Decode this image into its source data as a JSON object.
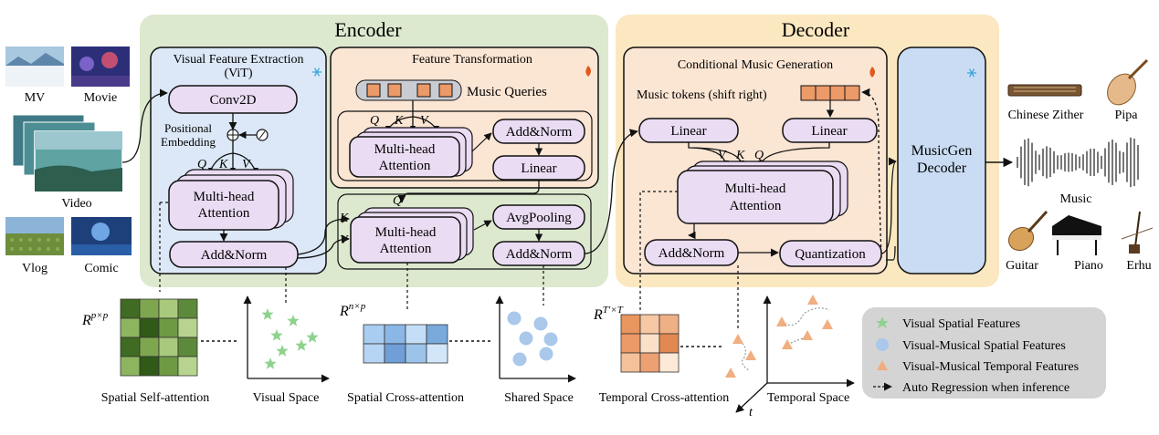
{
  "encoder": {
    "title": "Encoder",
    "vit": {
      "title_line1": "Visual Feature Extraction",
      "title_line2": "(ViT)",
      "conv": "Conv2D",
      "pos_line1": "Positional",
      "pos_line2": "Embedding",
      "q": "Q",
      "k": "K",
      "v": "V",
      "mha_line1": "Multi-head",
      "mha_line2": "Attention",
      "addnorm": "Add&Norm"
    },
    "ft": {
      "title": "Feature Transformation",
      "queries": "Music Queries",
      "q": "Q",
      "k": "K",
      "v": "V",
      "mha_line1": "Multi-head",
      "mha_line2": "Attention",
      "addnorm": "Add&Norm",
      "linear": "Linear"
    },
    "cross": {
      "q": "Q",
      "k": "K",
      "v": "V",
      "mha_line1": "Multi-head",
      "mha_line2": "Attention",
      "avgpool": "AvgPooling",
      "addnorm": "Add&Norm"
    }
  },
  "decoder": {
    "title": "Decoder",
    "cmg": {
      "title": "Conditional Music Generation",
      "tokens": "Music tokens (shift right)",
      "linear_left": "Linear",
      "linear_right": "Linear",
      "v": "V",
      "k": "K",
      "q": "Q",
      "mha_line1": "Multi-head",
      "mha_line2": "Attention",
      "addnorm": "Add&Norm",
      "quant": "Quantization"
    },
    "musicgen_line1": "MusicGen",
    "musicgen_line2": "Decoder"
  },
  "inputs": [
    "MV",
    "Movie",
    "Video",
    "Vlog",
    "Comic"
  ],
  "outputs": {
    "zither": "Chinese Zither",
    "pipa": "Pipa",
    "music": "Music",
    "guitar": "Guitar",
    "piano": "Piano",
    "erhu": "Erhu"
  },
  "bottom": {
    "mat1_base": "R",
    "mat1_sup": "p×p",
    "mat1_label": "Spatial Self-attention",
    "visual_space": "Visual Space",
    "mat2_base": "R",
    "mat2_sup": "n×p",
    "mat2_label": "Spatial Cross-attention",
    "shared_space": "Shared Space",
    "mat3_base": "R",
    "mat3_sup": "T′×T",
    "mat3_label": "Temporal Cross-attention",
    "temporal_space": "Temporal Space",
    "t_axis": "t"
  },
  "legend": [
    "Visual Spatial Features",
    "Visual-Musical Spatial Features",
    "Visual-Musical Temporal Features",
    "Auto Regression when inference"
  ],
  "colors": {
    "encoder_bg": "#dde9cf",
    "decoder_bg": "#fbe8c0",
    "vit_bg": "#dce8f7",
    "ft_bg": "#fbe5d3",
    "block": "#eadcf3",
    "musicgen": "#c9dcf3",
    "token": "#ec9a68",
    "green_mat": "#5d8a3a",
    "blue_mat": "#9cc3ea",
    "orange_mat": "#efad7f"
  },
  "icons": {
    "frozen": "snowflake-icon",
    "trainable": "flame-icon"
  }
}
